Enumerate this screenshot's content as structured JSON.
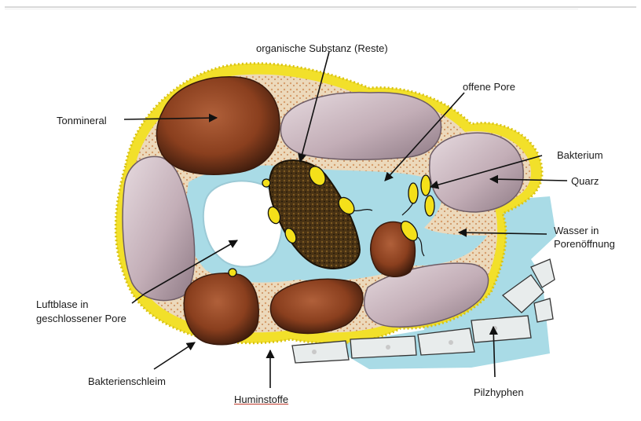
{
  "labels": {
    "organic": "organische Substanz (Reste)",
    "open_pore": "offene Pore",
    "clay": "Tonmineral",
    "bacterium": "Bakterium",
    "quartz": "Quarz",
    "water_line1": "Wasser in",
    "water_line2": "Porenöffnung",
    "air_line1": "Luftblase in",
    "air_line2": "geschlossener Pore",
    "slime": "Bakterienschleim",
    "humus": "Huminstoffe",
    "hyphae": "Pilzhyphen"
  },
  "colors": {
    "border_yellow": "#f2e02a",
    "water": "#a9dbe6",
    "clay": "#8a3f1e",
    "quartz": "#cbb8c0",
    "organic": "#3f2b12",
    "bacterium": "#f4e01a",
    "hyphae": "#e8ecec",
    "sand": "#e8d2b0"
  }
}
